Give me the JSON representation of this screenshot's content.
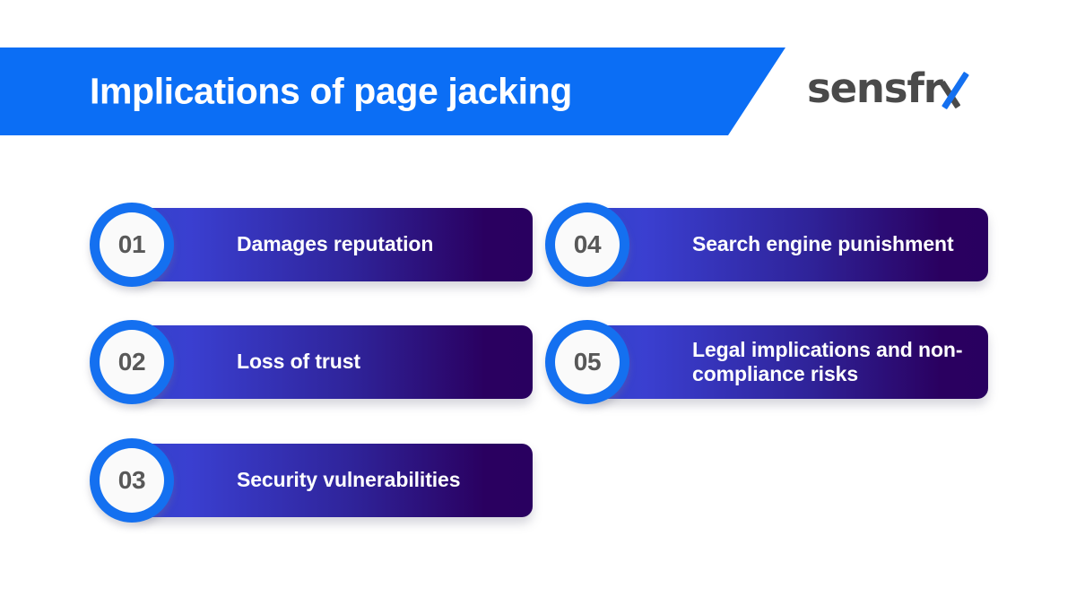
{
  "header": {
    "title": "Implications of page jacking",
    "banner_color": "#0b6ef5",
    "title_color": "#ffffff"
  },
  "logo": {
    "name": "sensfrx-logo",
    "text": "sensfr",
    "accent_letter": "x",
    "text_color": "#4a4a4a",
    "accent_color": "#1470f0"
  },
  "theme": {
    "bar_gradient_start": "#3344cc",
    "bar_gradient_end": "#290060",
    "badge_ring_color": "#1470f0",
    "badge_fill_color": "#fafafa",
    "number_color": "#585858",
    "label_color": "#ffffff",
    "page_background": "#ffffff"
  },
  "items": [
    {
      "number": "01",
      "label": "Damages reputation",
      "column": "left",
      "row": 1
    },
    {
      "number": "02",
      "label": "Loss of trust",
      "column": "left",
      "row": 2
    },
    {
      "number": "03",
      "label": "Security vulnerabilities",
      "column": "left",
      "row": 3
    },
    {
      "number": "04",
      "label": "Search engine punishment",
      "column": "right",
      "row": 1
    },
    {
      "number": "05",
      "label": "Legal implications and non-compliance risks",
      "column": "right",
      "row": 2
    }
  ]
}
